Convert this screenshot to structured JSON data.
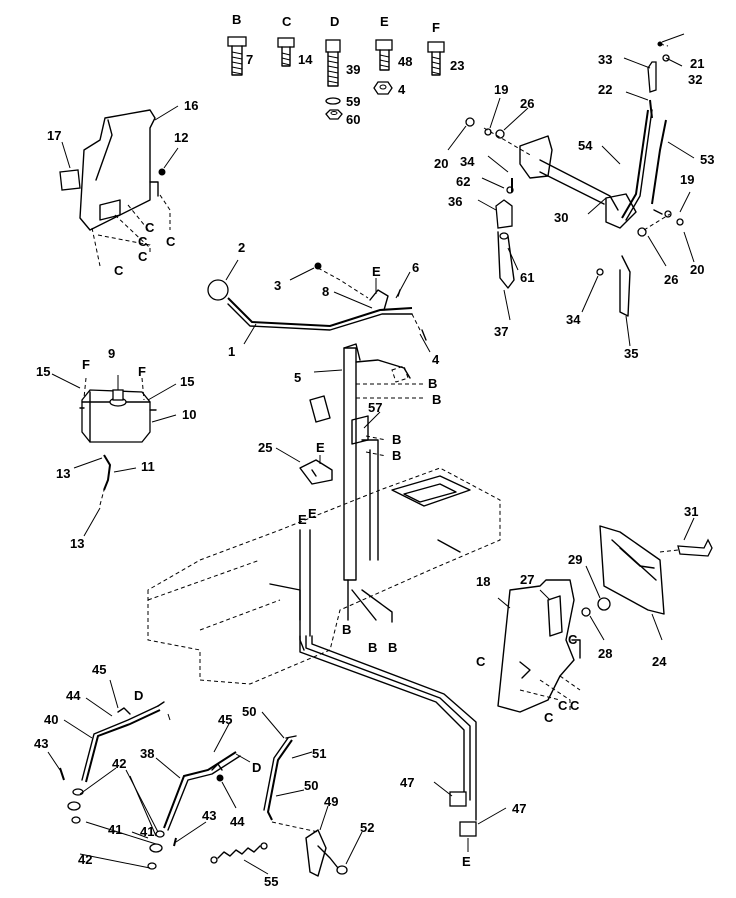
{
  "fastener_headers": {
    "b": "B",
    "c": "C",
    "d": "D",
    "e": "E",
    "f": "F"
  },
  "fastener_numbers": {
    "b": "7",
    "c": "14",
    "d": "39",
    "d_washer": "59",
    "d_nut": "60",
    "e": "48",
    "e_nut": "4",
    "f": "23"
  },
  "callouts": {
    "n1": "1",
    "n2": "2",
    "n3": "3",
    "n4a": "4",
    "n5": "5",
    "n6": "6",
    "n8": "8",
    "n9": "9",
    "n10": "10",
    "n11": "11",
    "n12": "12",
    "n13a": "13",
    "n13b": "13",
    "n15a": "15",
    "n15b": "15",
    "n16": "16",
    "n17": "17",
    "n18": "18",
    "n19a": "19",
    "n19b": "19",
    "n20a": "20",
    "n20b": "20",
    "n21": "21",
    "n22": "22",
    "n24": "24",
    "n25": "25",
    "n26a": "26",
    "n26b": "26",
    "n27": "27",
    "n28": "28",
    "n29": "29",
    "n30": "30",
    "n31": "31",
    "n32": "32",
    "n33": "33",
    "n34a": "34",
    "n34b": "34",
    "n35": "35",
    "n36": "36",
    "n37": "37",
    "n38": "38",
    "n40": "40",
    "n41a": "41",
    "n41b": "41",
    "n42a": "42",
    "n42b": "42",
    "n43a": "43",
    "n43b": "43",
    "n44a": "44",
    "n44b": "44",
    "n45a": "45",
    "n45b": "45",
    "n47a": "47",
    "n47b": "47",
    "n49": "49",
    "n50a": "50",
    "n50b": "50",
    "n51": "51",
    "n52": "52",
    "n53": "53",
    "n54": "54",
    "n55": "55",
    "n57": "57",
    "n61": "61",
    "n62": "62"
  },
  "letters": {
    "c1": "C",
    "c2": "C",
    "c3": "C",
    "c4": "C",
    "c5": "C",
    "c6": "C",
    "c7": "C",
    "c8": "C",
    "c9": "C",
    "c10": "C",
    "b1": "B",
    "b2": "B",
    "b3": "B",
    "b4": "B",
    "b5": "B",
    "b6": "B",
    "b7": "B",
    "e1": "E",
    "e2": "E",
    "e3": "E",
    "e4": "E",
    "e5": "E",
    "f1": "F",
    "f2": "F",
    "d1": "D",
    "d2": "D"
  }
}
